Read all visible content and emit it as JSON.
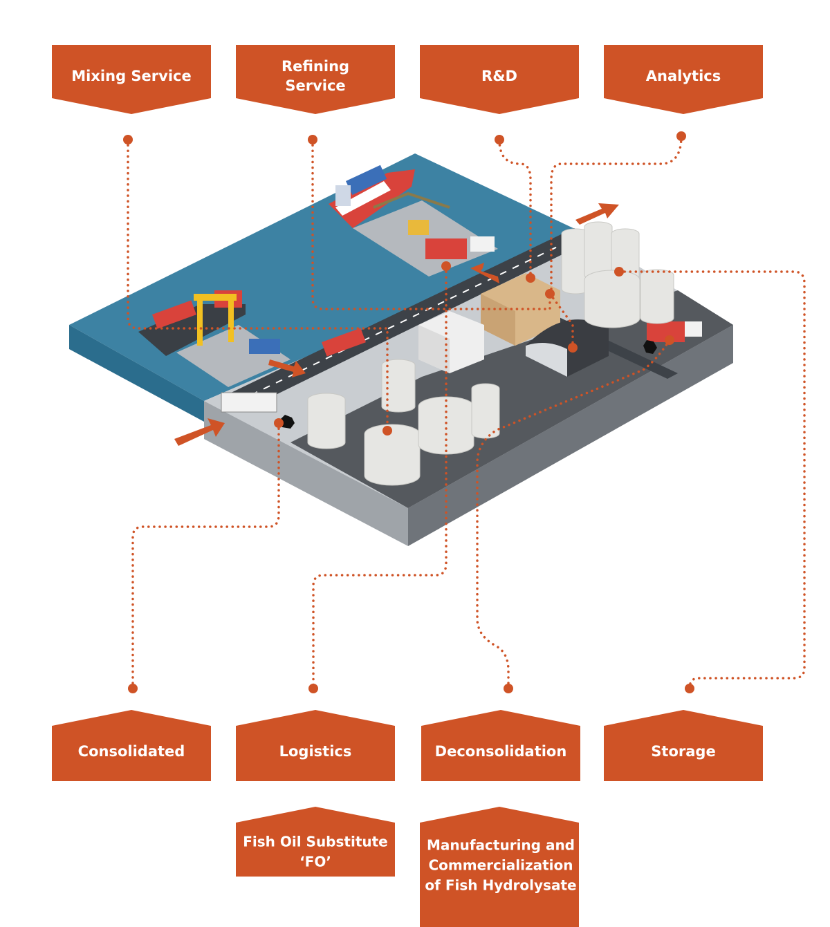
{
  "colors": {
    "accent": "#cf5326",
    "water": "#3d82a3",
    "ground_top": "#c9cdd1",
    "ground_side": "#8a8f95",
    "asphalt": "#3d4248",
    "tank": "#e6e6e3"
  },
  "top_labels": [
    {
      "lines": [
        "Mixing Service"
      ]
    },
    {
      "lines": [
        "Refining",
        "Service"
      ]
    },
    {
      "lines": [
        "R&D"
      ]
    },
    {
      "lines": [
        "Analytics"
      ]
    }
  ],
  "bottom_labels": [
    {
      "lines": [
        "Consolidated"
      ]
    },
    {
      "lines": [
        "Logistics"
      ]
    },
    {
      "lines": [
        "Deconsolidation"
      ]
    },
    {
      "lines": [
        "Storage"
      ]
    }
  ],
  "sub_labels": [
    {
      "lines": [
        "Fish Oil Substitute",
        "‘FO’"
      ]
    },
    {
      "lines": [
        "Manufacturing and",
        "Commercialization",
        "of Fish Hydrolysate"
      ]
    }
  ],
  "illustration": {
    "icons": [
      "cargo-ship-icon",
      "container-ship-icon",
      "crane-icon",
      "truck-icon",
      "storage-tank-icon",
      "lab-building-icon",
      "warehouse-icon",
      "arrow-icon"
    ]
  }
}
